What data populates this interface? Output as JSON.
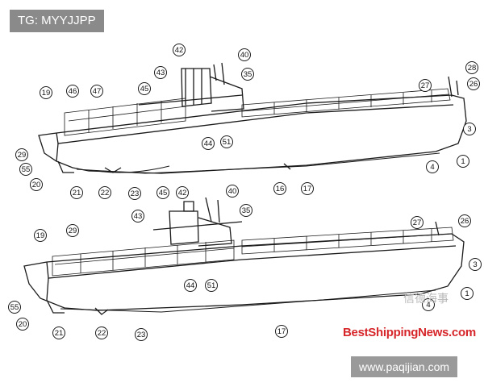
{
  "source_tag": "TG: MYYJJPP",
  "brand_watermark": "BestShippingNews.com",
  "cn_watermark": "信德海事",
  "site_url": "www.paqijian.com",
  "ships": [
    {
      "id": "upper",
      "labels": [
        "42",
        "40",
        "28",
        "43",
        "35",
        "26",
        "27",
        "19",
        "46",
        "47",
        "45",
        "3",
        "29",
        "44",
        "51",
        "1",
        "55",
        "4",
        "20",
        "21",
        "22",
        "23",
        "16",
        "17"
      ]
    },
    {
      "id": "lower",
      "labels": [
        "45",
        "42",
        "40",
        "43",
        "35",
        "27",
        "26",
        "19",
        "29",
        "3",
        "44",
        "51",
        "1",
        "55",
        "4",
        "20",
        "21",
        "22",
        "23",
        "17"
      ]
    }
  ],
  "colors": {
    "line": "#1a1a1a",
    "tag_bg": "#8a8a8a",
    "brand": "#d6262a",
    "site_bg": "#9a9a9a"
  }
}
